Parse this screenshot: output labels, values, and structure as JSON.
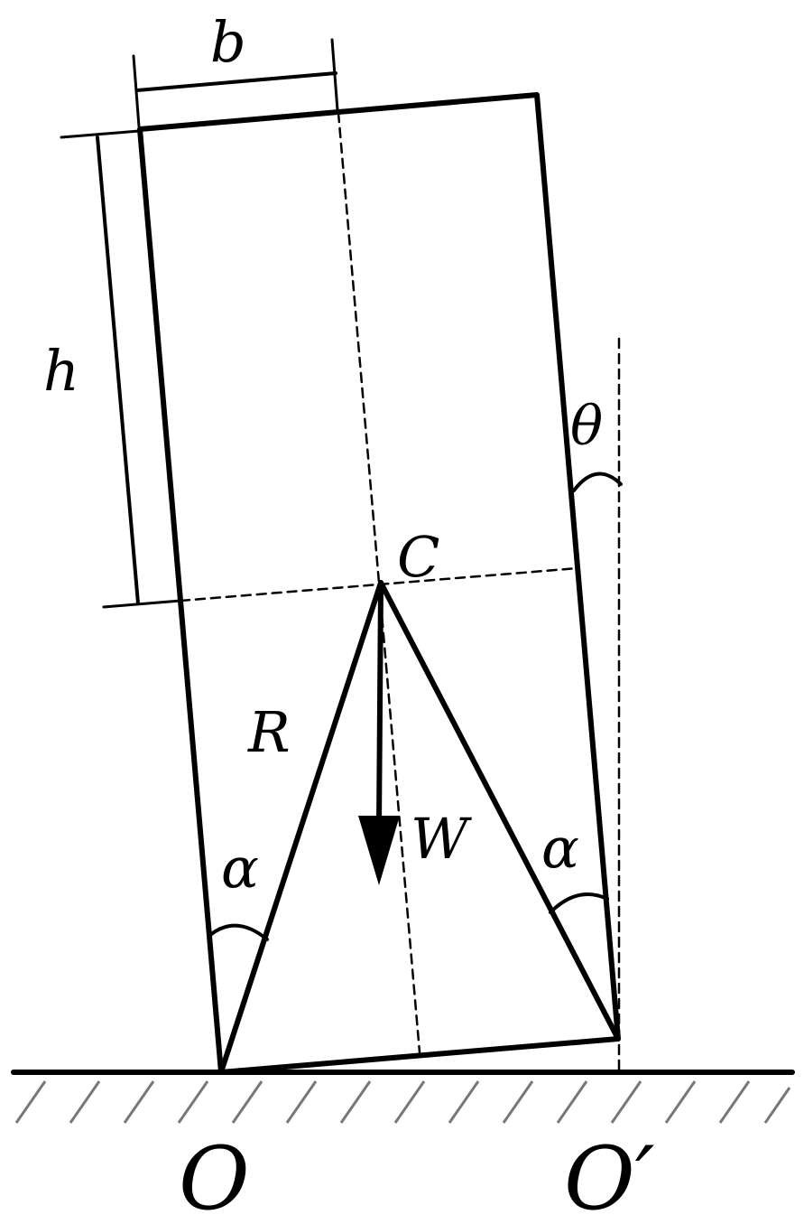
{
  "labels": {
    "b": "b",
    "h": "h",
    "theta": "θ",
    "C": "C",
    "R": "R",
    "W": "W",
    "alpha_left": "α",
    "alpha_right": "α",
    "O": "O",
    "O_prime": "O′"
  },
  "colors": {
    "ink": "#000000",
    "hatch": "#777777",
    "background": "#ffffff"
  }
}
